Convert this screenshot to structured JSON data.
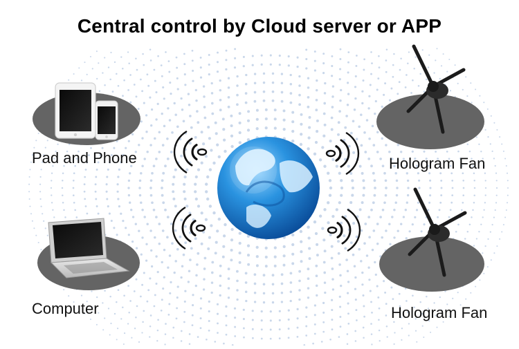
{
  "title": "Central control by Cloud server or APP",
  "nodes": {
    "pad_phone": {
      "label": "Pad and Phone",
      "icon": "tablet-phone-icon"
    },
    "computer": {
      "label": "Computer",
      "icon": "laptop-icon"
    },
    "fan_top": {
      "label": "Hologram Fan",
      "icon": "hologram-fan-icon"
    },
    "fan_bottom": {
      "label": "Hologram Fan",
      "icon": "hologram-fan-icon"
    },
    "center": {
      "icon": "globe-icon"
    }
  },
  "colors": {
    "platform": "#646464",
    "globe_ocean": "#1f86d6",
    "globe_land": "#d9f0ff",
    "dots": "#c9d7ea",
    "signal": "#111111"
  }
}
